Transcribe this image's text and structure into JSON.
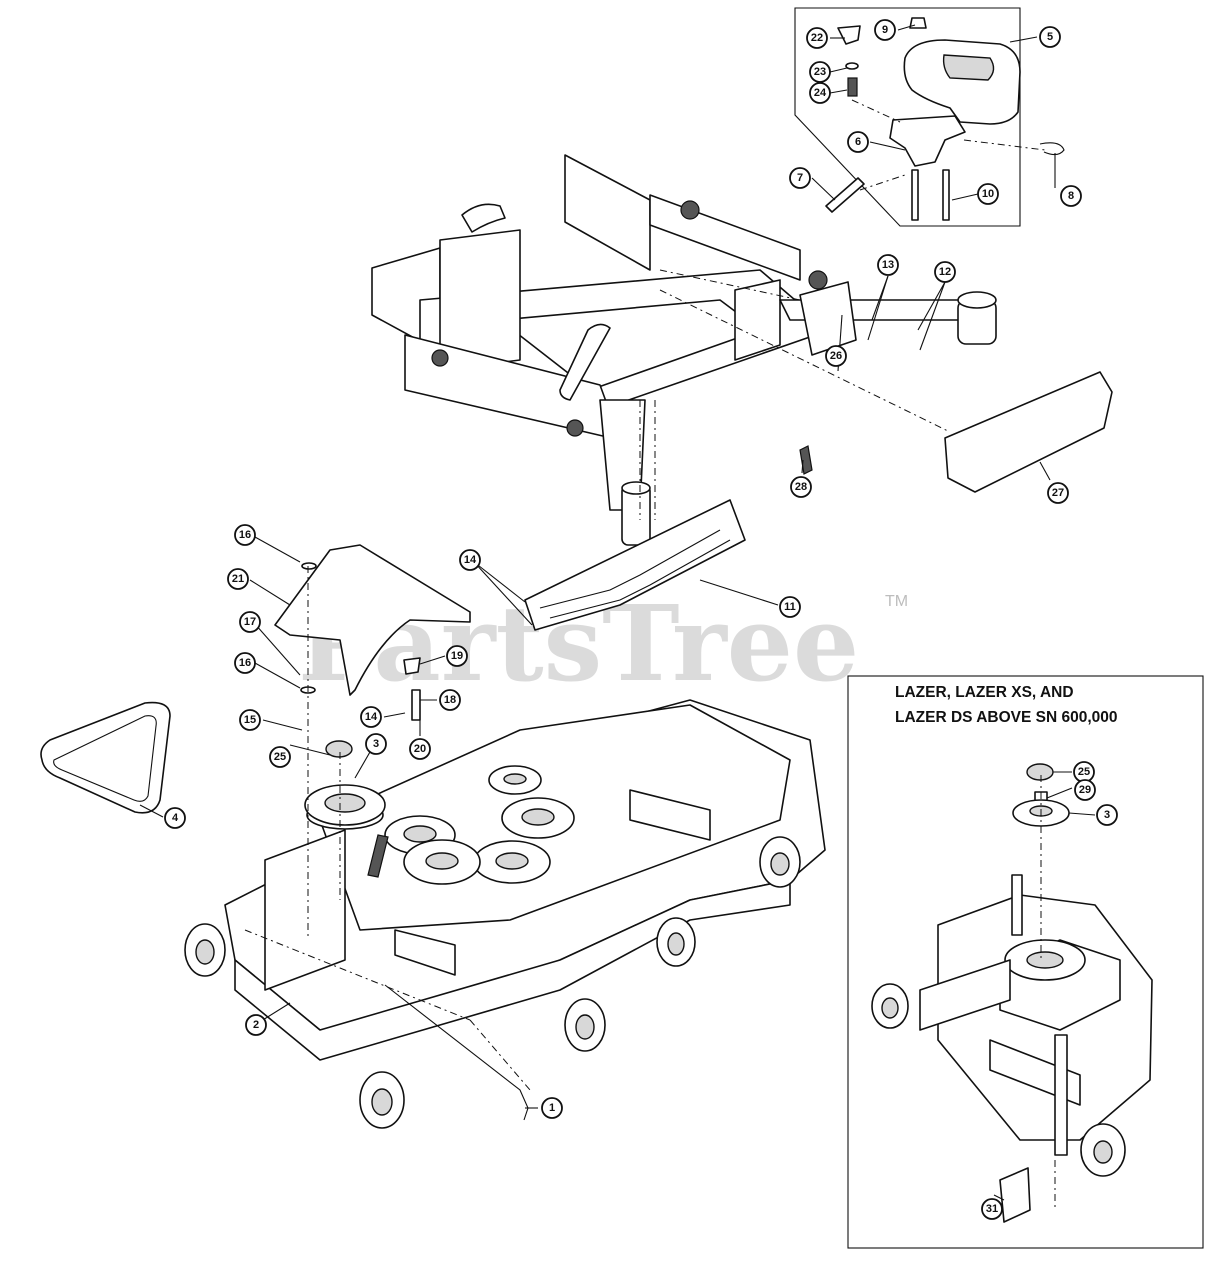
{
  "watermark": {
    "text": "PartsTree",
    "trademark": "TM"
  },
  "inset_note": {
    "line1": "LAZER, LAZER XS, AND",
    "line2": "LAZER DS ABOVE SN 600,000"
  },
  "callouts": {
    "c1": "1",
    "c2": "2",
    "c3": "3",
    "c4": "4",
    "c5": "5",
    "c6": "6",
    "c7": "7",
    "c8": "8",
    "c9": "9",
    "c10": "10",
    "c11": "11",
    "c12": "12",
    "c13": "13",
    "c14a": "14",
    "c14b": "14",
    "c15": "15",
    "c16a": "16",
    "c16b": "16",
    "c17": "17",
    "c18": "18",
    "c19": "19",
    "c20": "20",
    "c21": "21",
    "c22": "22",
    "c23": "23",
    "c24": "24",
    "c25": "25",
    "c26": "26",
    "c27": "27",
    "c28": "28",
    "i25": "25",
    "i29": "29",
    "i3": "3",
    "i31": "31"
  }
}
